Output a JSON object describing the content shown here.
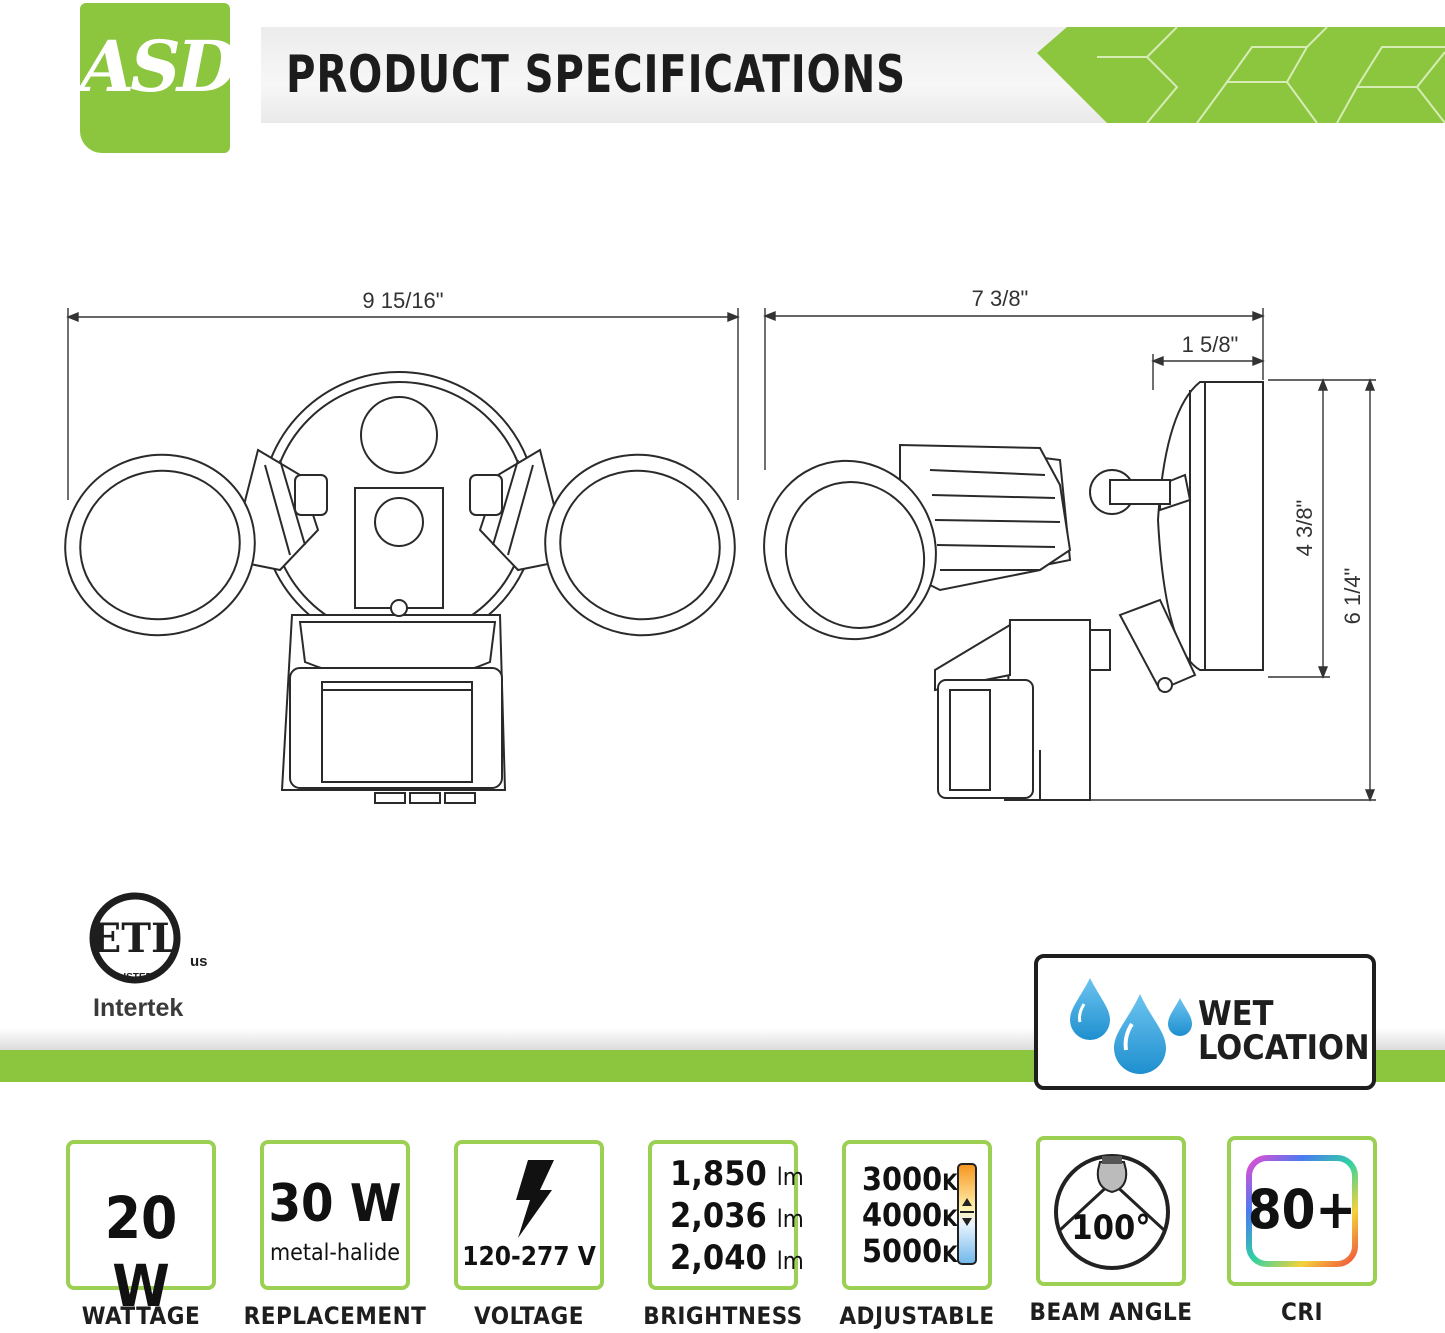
{
  "header": {
    "logo_text": "ASD",
    "title": "PRODUCT SPECIFICATIONS"
  },
  "dimensions": {
    "front_width": "9 15/16\"",
    "side_depth": "7 3/8\"",
    "plate_depth": "1 5/8\"",
    "plate_height": "4 3/8\"",
    "total_height": "6 1/4\""
  },
  "certification": {
    "mark": "ETL",
    "listed": "LISTED",
    "us": "us",
    "brand": "Intertek"
  },
  "wet_location": {
    "line1": "WET",
    "line2": "LOCATION"
  },
  "specs": {
    "wattage": {
      "value": "20 W",
      "caption": "WATTAGE"
    },
    "replacement": {
      "value": "30 W",
      "sub": "metal-halide",
      "caption": "REPLACEMENT"
    },
    "voltage": {
      "value": "120-277 V",
      "caption": "VOLTAGE"
    },
    "brightness": {
      "values": [
        "1,850",
        "2,036",
        "2,040"
      ],
      "unit": "lm",
      "caption": "BRIGHTNESS"
    },
    "adjustable": {
      "values": [
        "3000",
        "4000",
        "5000"
      ],
      "unit": "K",
      "caption": "ADJUSTABLE"
    },
    "beam_angle": {
      "value": "100°",
      "caption": "BEAM ANGLE"
    },
    "cri": {
      "value": "80+",
      "caption": "CRI"
    }
  },
  "colors": {
    "brand_green": "#8cc63f",
    "card_border": "#9bd053",
    "water_blue": "#2e9fd8"
  },
  "icons": [
    "lightning-icon",
    "bulb-beam-icon",
    "water-drops-icon",
    "color-temperature-bar-icon",
    "rainbow-square-icon"
  ]
}
